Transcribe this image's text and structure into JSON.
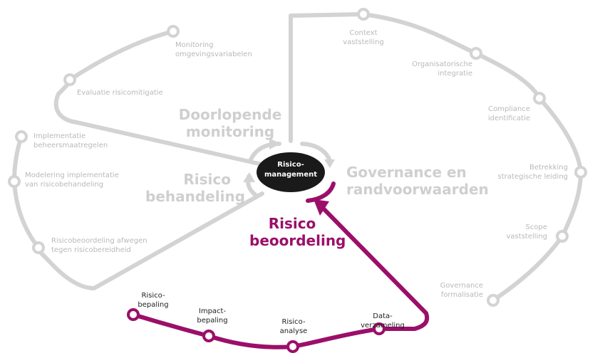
{
  "colors": {
    "accent": "#9b0f69",
    "inactive": "#d3d3d3",
    "inactive_text": "#b9b9b9",
    "center": "#1a1a1a"
  },
  "center": {
    "line1": "Risico-",
    "line2": "management"
  },
  "phases": {
    "monitoring": {
      "line1": "Doorlopende",
      "line2": "monitoring"
    },
    "governance": {
      "line1": "Governance en",
      "line2": "randvoorwaarden"
    },
    "behandeling": {
      "line1": "Risico",
      "line2": "behandeling"
    },
    "beoordeling": {
      "line1": "Risico",
      "line2": "beoordeling"
    }
  },
  "monitoring_steps": [
    {
      "line1": "Monitoring",
      "line2": "omgevingsvariabelen"
    },
    {
      "line1": "Evaluatie risicomitigatie",
      "line2": ""
    }
  ],
  "governance_steps": [
    {
      "line1": "Context",
      "line2": "vaststelling"
    },
    {
      "line1": "Organisatorische",
      "line2": "integratie"
    },
    {
      "line1": "Compliance",
      "line2": "identificatie"
    },
    {
      "line1": "Betrekking",
      "line2": "strategische leiding"
    },
    {
      "line1": "Scope",
      "line2": "vaststelling"
    },
    {
      "line1": "Governance",
      "line2": "formalisatie"
    }
  ],
  "behandeling_steps": [
    {
      "line1": "Implementatie",
      "line2": "beheersmaatregelen"
    },
    {
      "line1": "Modelering implementatie",
      "line2": "van risicobehandeling"
    },
    {
      "line1": "Risicobeoordeling afwegen",
      "line2": "tegen risicobereidheid"
    }
  ],
  "beoordeling_steps": [
    {
      "line1": "Risico-",
      "line2": "bepaling"
    },
    {
      "line1": "Impact-",
      "line2": "bepaling"
    },
    {
      "line1": "Risico-",
      "line2": "analyse"
    },
    {
      "line1": "Data-",
      "line2": "verzameling"
    }
  ]
}
